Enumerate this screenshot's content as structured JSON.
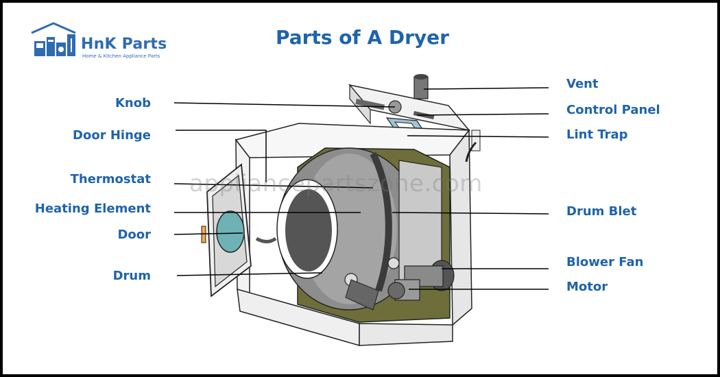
{
  "brand": {
    "name": "HnK Parts",
    "tagline": "Home & Kitchen Appliance Parts",
    "color": "#2f6bb0"
  },
  "title": "Parts of A Dryer",
  "watermark": "appliancepartszone.com",
  "accent_color": "#1e63ad",
  "labels": {
    "left": [
      "Knob",
      "Door Hinge",
      "Thermostat",
      "Heating Element",
      "Door",
      "Drum"
    ],
    "right": [
      "Vent",
      "Control Panel",
      "Lint Trap",
      "Drum Blet",
      "Blower Fan",
      "Motor"
    ]
  }
}
